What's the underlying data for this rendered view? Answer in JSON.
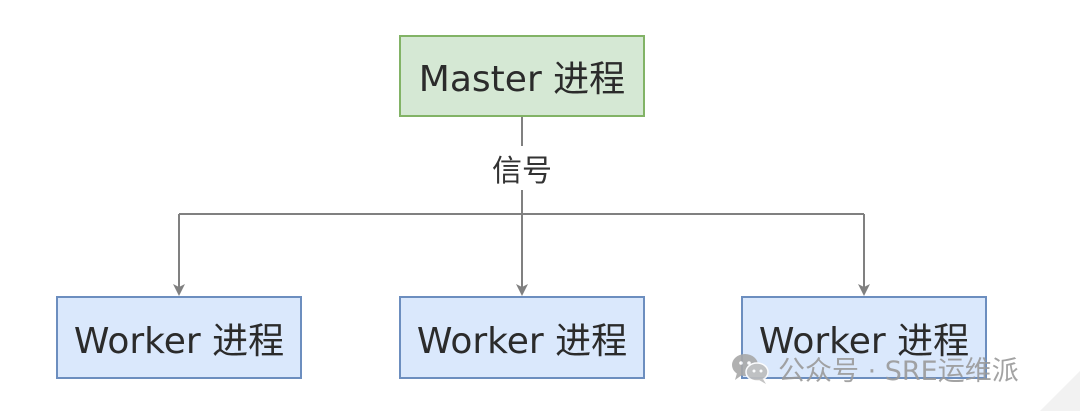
{
  "diagram": {
    "master": {
      "label": "Master 进程"
    },
    "edge_label": "信号",
    "workers": [
      {
        "label": "Worker 进程"
      },
      {
        "label": "Worker 进程"
      },
      {
        "label": "Worker 进程"
      }
    ]
  },
  "watermark": {
    "text": "公众号 · SRE运维派",
    "icon": "wechat-icon"
  },
  "colors": {
    "master_fill": "#d5e8d4",
    "master_stroke": "#82b366",
    "worker_fill": "#dae8fc",
    "worker_stroke": "#6c8ebf",
    "connector": "#808080"
  }
}
